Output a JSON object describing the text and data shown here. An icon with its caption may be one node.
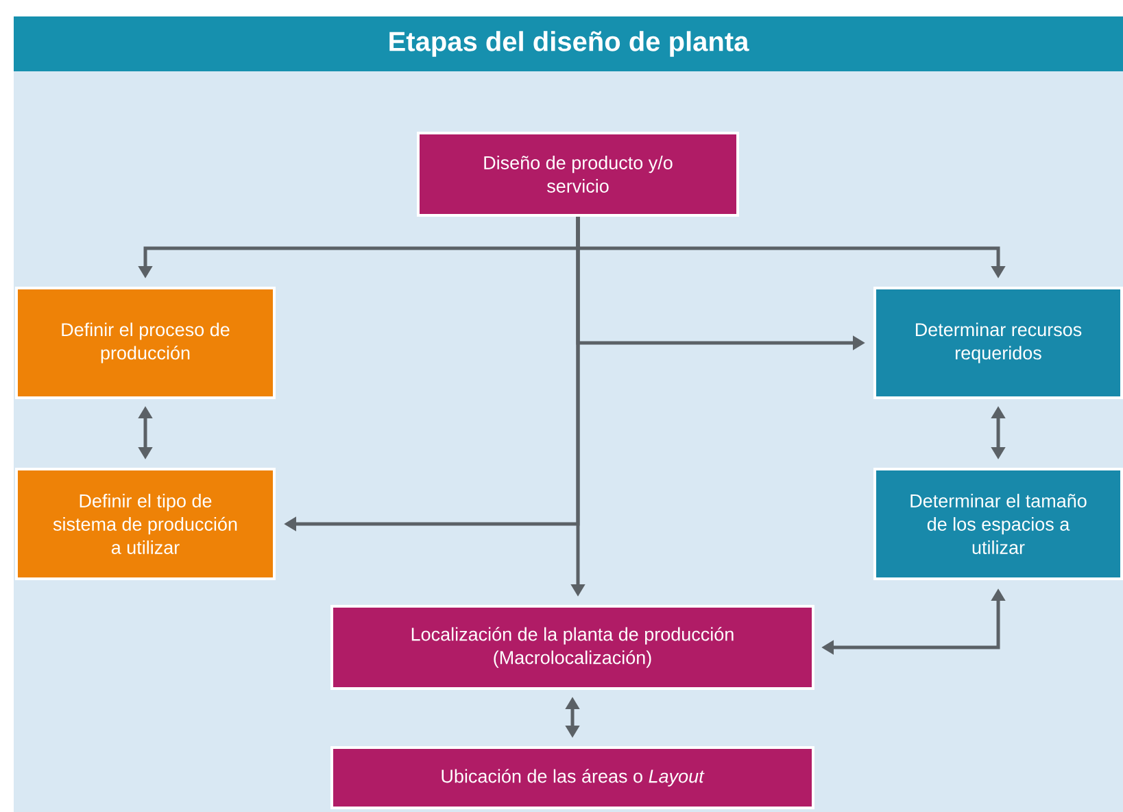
{
  "diagram": {
    "title": "Etapas del diseño de planta",
    "nodes": [
      {
        "text": [
          "Diseño de producto y/o servicio"
        ]
      },
      {
        "text": [
          "Definir el proceso de producción"
        ]
      },
      {
        "text": [
          "Determinar recursos requeridos"
        ]
      },
      {
        "text": [
          "Definir el tipo de sistema de producción a utilizar"
        ]
      },
      {
        "text": [
          "Determinar el tamaño de los espacios a utilizar"
        ]
      },
      {
        "text": [
          "Localización de la planta de producción (Macrolocalización)"
        ]
      },
      {
        "text": [
          "Ubicación de las áreas o *Layout*"
        ]
      }
    ],
    "edges": [
      {
        "from": 0,
        "to": 1,
        "arrow": "to"
      },
      {
        "from": 0,
        "to": 2,
        "arrow": "to"
      },
      {
        "from": 0,
        "to": 2,
        "arrow": "to"
      },
      {
        "from": 0,
        "to": 3,
        "arrow": "to"
      },
      {
        "from": 0,
        "to": 5,
        "arrow": "to"
      },
      {
        "from": 1,
        "to": 3,
        "arrow": "both"
      },
      {
        "from": 2,
        "to": 4,
        "arrow": "both"
      },
      {
        "from": 5,
        "to": 4,
        "arrow": "both"
      },
      {
        "from": 5,
        "to": 6,
        "arrow": "both"
      }
    ]
  }
}
